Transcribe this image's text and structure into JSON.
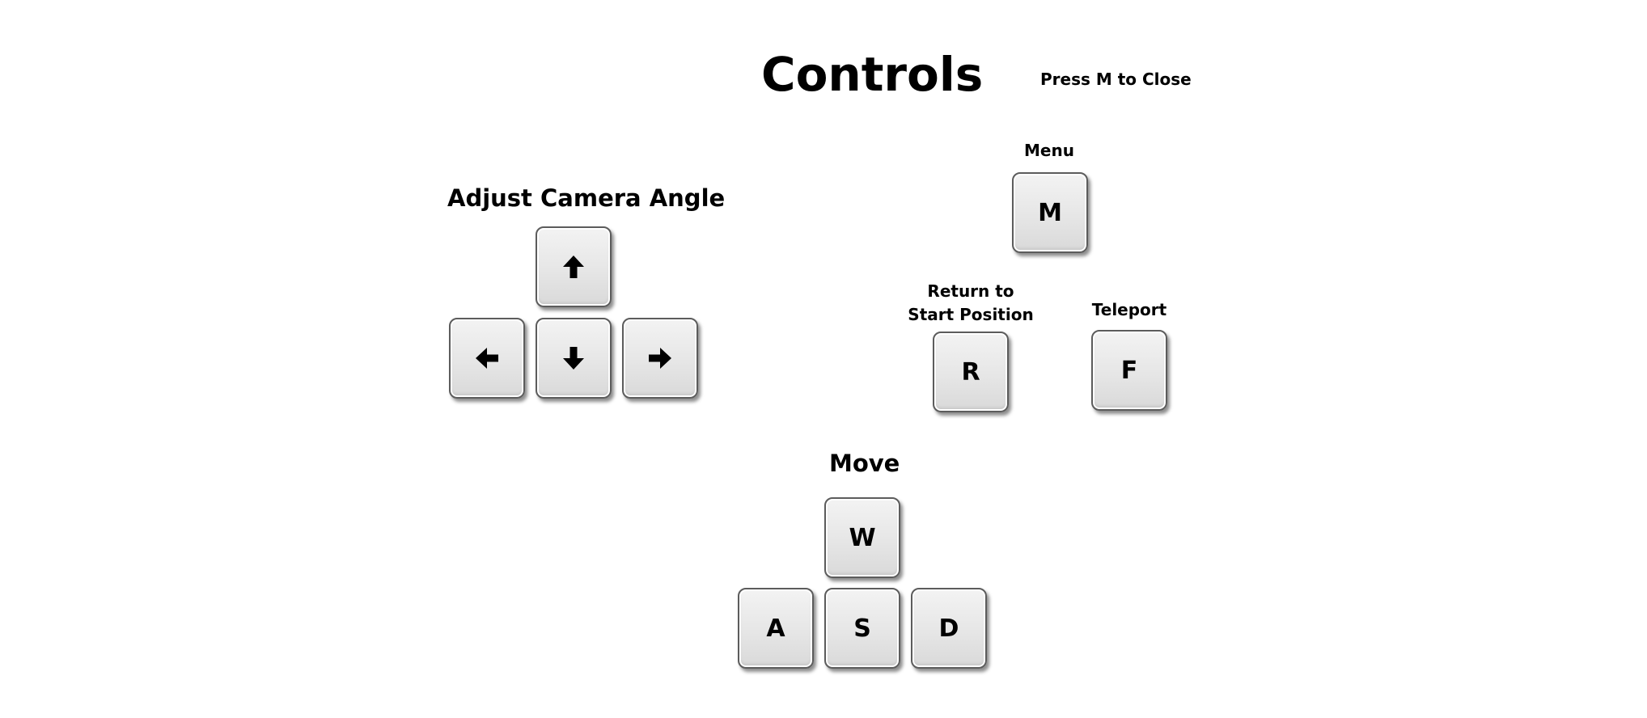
{
  "screen": {
    "title": "Controls",
    "close_hint": "Press M to Close"
  },
  "camera": {
    "heading": "Adjust Camera Angle",
    "keys": [
      {
        "name": "up-arrow-key",
        "icon": "arrow-up-icon"
      },
      {
        "name": "left-arrow-key",
        "icon": "arrow-left-icon"
      },
      {
        "name": "down-arrow-key",
        "icon": "arrow-down-icon"
      },
      {
        "name": "right-arrow-key",
        "icon": "arrow-right-icon"
      }
    ]
  },
  "menu": {
    "label": "Menu",
    "key": "M"
  },
  "return": {
    "label_line1": "Return to",
    "label_line2": "Start Position",
    "key": "R"
  },
  "teleport": {
    "label": "Teleport",
    "key": "F"
  },
  "move": {
    "heading": "Move",
    "keys": {
      "up": "W",
      "left": "A",
      "down": "S",
      "right": "D"
    }
  },
  "colors": {
    "background": "#ffffff",
    "key_face": "#e6e6e6",
    "key_border": "#5c5c5c",
    "text": "#000000"
  }
}
